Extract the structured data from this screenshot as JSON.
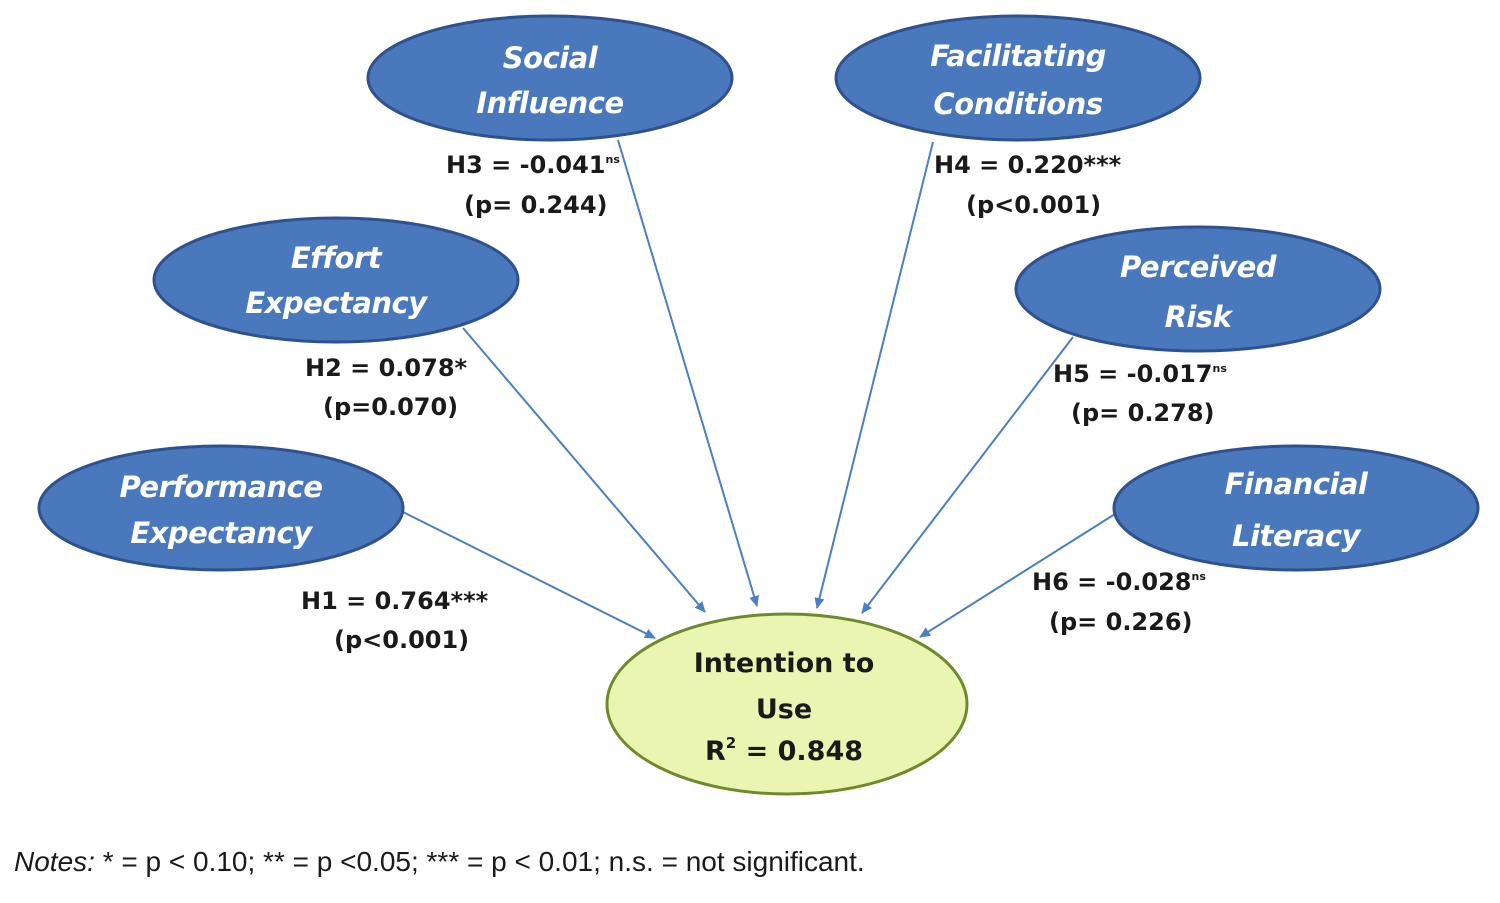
{
  "colors": {
    "node_fill": "#4a78bd",
    "node_stroke": "#2f528f",
    "outcome_fill": "#eaf5b2",
    "outcome_stroke": "#6f8a2b",
    "arrow": "#4a7fc4"
  },
  "nodes": {
    "social": {
      "line1": "Social",
      "line2": "Influence"
    },
    "facilitating": {
      "line1": "Facilitating",
      "line2": "Conditions"
    },
    "effort": {
      "line1": "Effort",
      "line2": "Expectancy"
    },
    "risk": {
      "line1": "Perceived",
      "line2": "Risk"
    },
    "performance": {
      "line1": "Performance",
      "line2": "Expectancy"
    },
    "literacy": {
      "line1": "Financial",
      "line2": "Literacy"
    }
  },
  "outcome": {
    "line1": "Intention  to",
    "line2": "Use",
    "r2_prefix": "R",
    "r2_sup": "2",
    "r2_value": " = 0.848"
  },
  "paths": {
    "h1": {
      "coef": "H1 = 0.764***",
      "sup": "",
      "p": "(p<0.001)"
    },
    "h2": {
      "coef": "H2 = 0.078*",
      "sup": "",
      "p": "(p=0.070)"
    },
    "h3": {
      "coef": "H3 = -0.041",
      "sup": "ns",
      "p": "(p= 0.244)"
    },
    "h4": {
      "coef": "H4 = 0.220***",
      "sup": "",
      "p": "(p<0.001)"
    },
    "h5": {
      "coef": "H5 = -0.017",
      "sup": "ns",
      "p": "(p= 0.278)"
    },
    "h6": {
      "coef": "H6 = -0.028",
      "sup": "ns",
      "p": "(p= 0.226)"
    }
  },
  "notes": {
    "label": "Notes:",
    "text": " * = p  < 0.10; ** = p <0.05; *** = p  < 0.01; n.s. = not significant."
  }
}
